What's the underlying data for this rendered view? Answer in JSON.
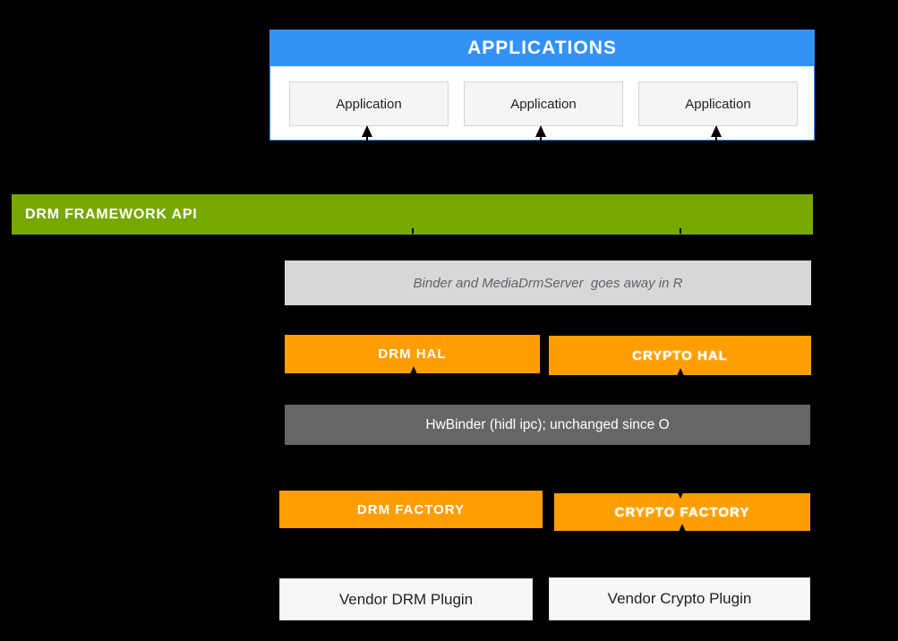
{
  "applications": {
    "header": "APPLICATIONS",
    "items": [
      {
        "label": "Application"
      },
      {
        "label": "Application"
      },
      {
        "label": "Application"
      }
    ]
  },
  "framework": {
    "label": "DRM FRAMEWORK API"
  },
  "binder_note": {
    "label": "Binder and MediaDrmServer  goes away in R"
  },
  "hal": {
    "drm": "DRM HAL",
    "crypto": "CRYPTO HAL"
  },
  "hwbinder": {
    "label": "HwBinder (hidl ipc); unchanged since O"
  },
  "factory": {
    "drm": "DRM FACTORY",
    "crypto": "CRYPTO FACTORY"
  },
  "vendor": {
    "drm": "Vendor DRM Plugin",
    "crypto": "Vendor Crypto Plugin"
  },
  "colors": {
    "background": "#000000",
    "blue": "#3392F5",
    "green": "#76A800",
    "orange": "#FF9E00",
    "note_gray": "#D8D8D8",
    "hwbinder_gray": "#666666",
    "box_gray": "#F5F5F5",
    "text_dark": "#202124",
    "note_text": "#5F6368"
  }
}
